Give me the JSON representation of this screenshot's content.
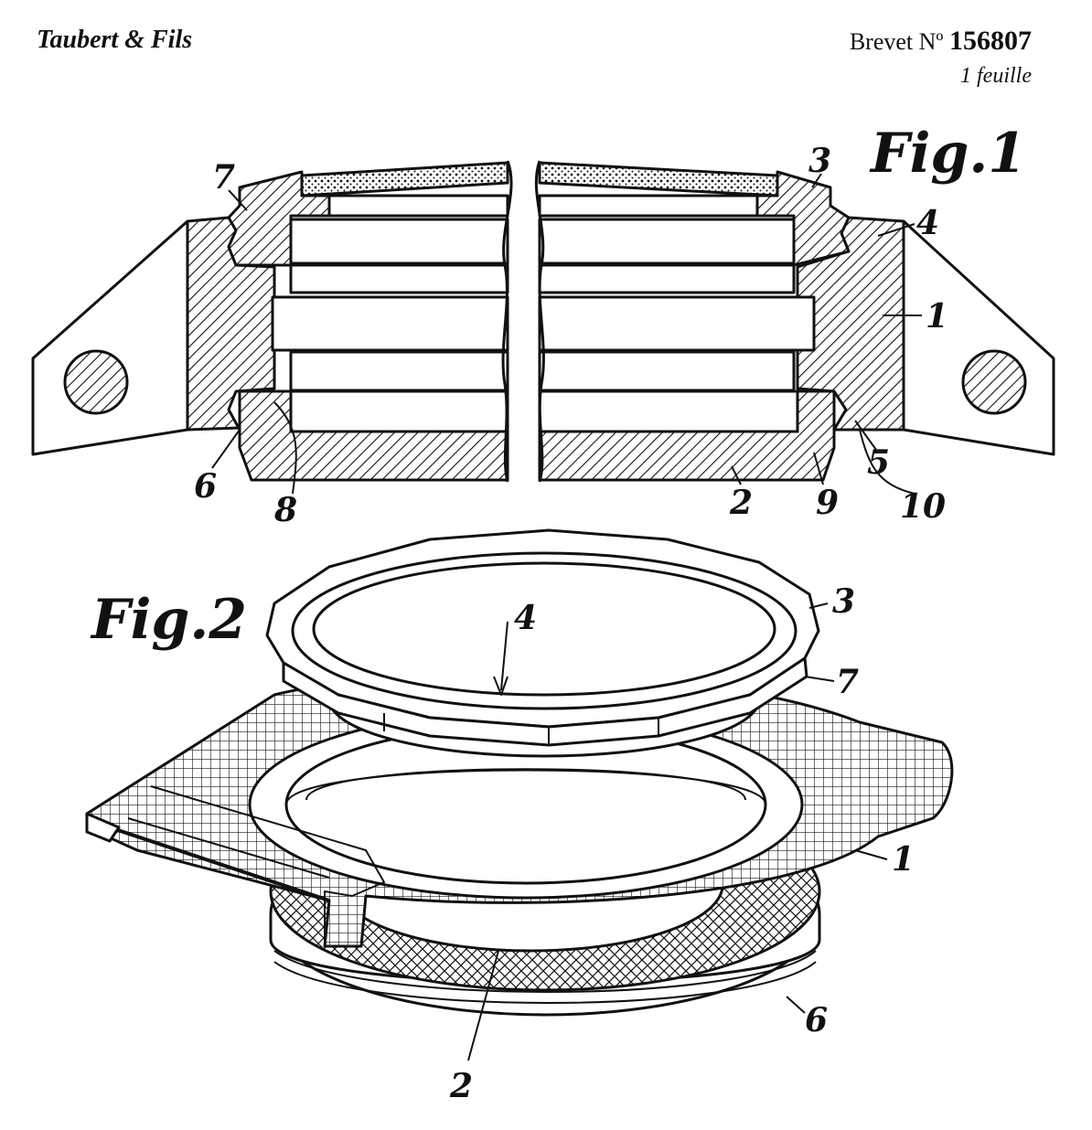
{
  "header": {
    "company": "Taubert & Fils",
    "patent_prefix": "Brevet Nº",
    "patent_number": "156807",
    "sheet": "1 feuille"
  },
  "figures": {
    "fig1": {
      "title": "Fig.1",
      "labels": {
        "1": "1",
        "2": "2",
        "3": "3",
        "4": "4",
        "5": "5",
        "6": "6",
        "7": "7",
        "8": "8",
        "9": "9",
        "10": "10"
      }
    },
    "fig2": {
      "title": "Fig.2",
      "labels": {
        "1": "1",
        "2": "2",
        "3": "3",
        "4": "4",
        "6": "6",
        "7": "7"
      }
    }
  }
}
